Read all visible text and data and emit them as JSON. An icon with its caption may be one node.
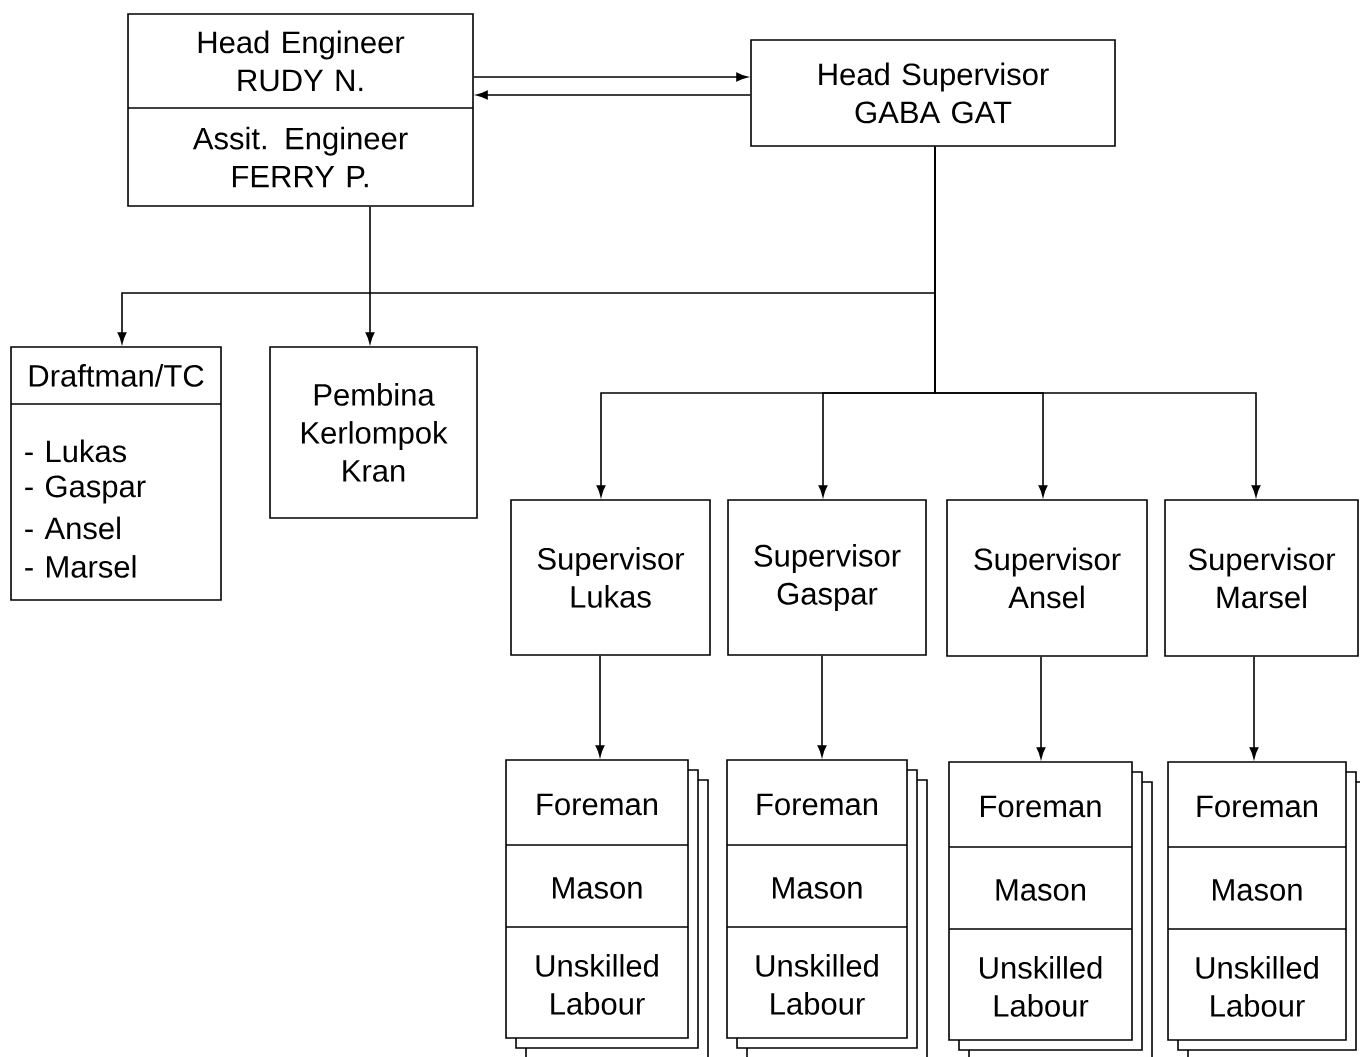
{
  "diagram": {
    "nodes": [
      {
        "text": [
          "Head Engineer RUDY N.",
          "Assit. Engineer FERRY P."
        ]
      },
      {
        "text": [
          "Head Supervisor GABA GAT"
        ]
      },
      {
        "text": [
          "Draftman/TC",
          "- Lukas",
          "- Gaspar",
          "- Ansel",
          "- Marsel"
        ]
      },
      {
        "text": [
          "Pembina Kerlompok Kran"
        ]
      },
      {
        "text": [
          "Supervisor Lukas"
        ]
      },
      {
        "text": [
          "Supervisor Gaspar"
        ]
      },
      {
        "text": [
          "Supervisor Ansel"
        ]
      },
      {
        "text": [
          "Supervisor Marsel"
        ]
      },
      {
        "text": [
          "Foreman",
          "Mason",
          "Unskilled Labour"
        ]
      },
      {
        "text": [
          "Foreman",
          "Mason",
          "Unskilled Labour"
        ]
      },
      {
        "text": [
          "Foreman",
          "Mason",
          "Unskilled Labour"
        ]
      },
      {
        "text": [
          "Foreman",
          "Mason",
          "Unskilled Labour"
        ]
      }
    ],
    "edges": [
      {
        "from": 0,
        "to": 1,
        "arrow": "to"
      },
      {
        "from": 1,
        "to": 0,
        "arrow": "to"
      },
      {
        "from": 0,
        "to": 3,
        "arrow": "to"
      },
      {
        "from": 1,
        "to": 2,
        "arrow": "to"
      },
      {
        "from": 1,
        "to": 4,
        "arrow": "to"
      },
      {
        "from": 1,
        "to": 5,
        "arrow": "to"
      },
      {
        "from": 1,
        "to": 6,
        "arrow": "to"
      },
      {
        "from": 1,
        "to": 7,
        "arrow": "to"
      },
      {
        "from": 4,
        "to": 8,
        "arrow": "to"
      },
      {
        "from": 5,
        "to": 9,
        "arrow": "to"
      },
      {
        "from": 6,
        "to": 10,
        "arrow": "to"
      },
      {
        "from": 7,
        "to": 11,
        "arrow": "to"
      }
    ]
  }
}
